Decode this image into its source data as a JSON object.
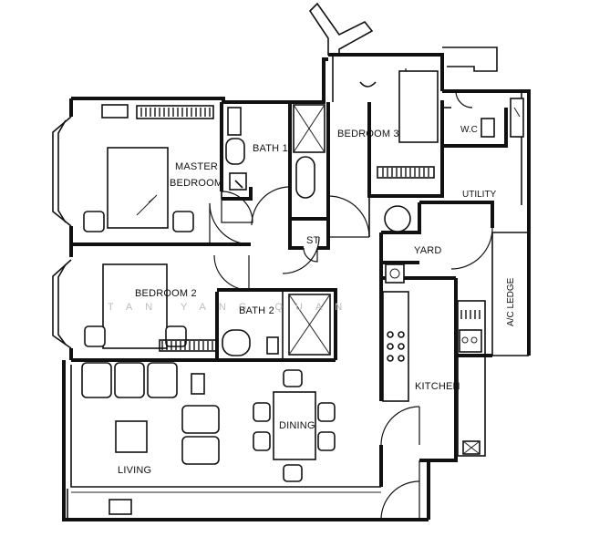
{
  "rooms": {
    "master_bedroom_line1": "MASTER",
    "master_bedroom_line2": "BEDROOM",
    "bath1": "BATH 1",
    "bedroom3": "BEDROOM 3",
    "wc": "W.C",
    "utility": "UTILITY",
    "store": "ST",
    "yard": "YARD",
    "ac_ledge": "A/C LEDGE",
    "bedroom2": "BEDROOM 2",
    "bath2": "BATH 2",
    "kitchen": "KITCHEN",
    "dining": "DINING",
    "living": "LIVING"
  },
  "watermark": "TAN YANG QUAN"
}
